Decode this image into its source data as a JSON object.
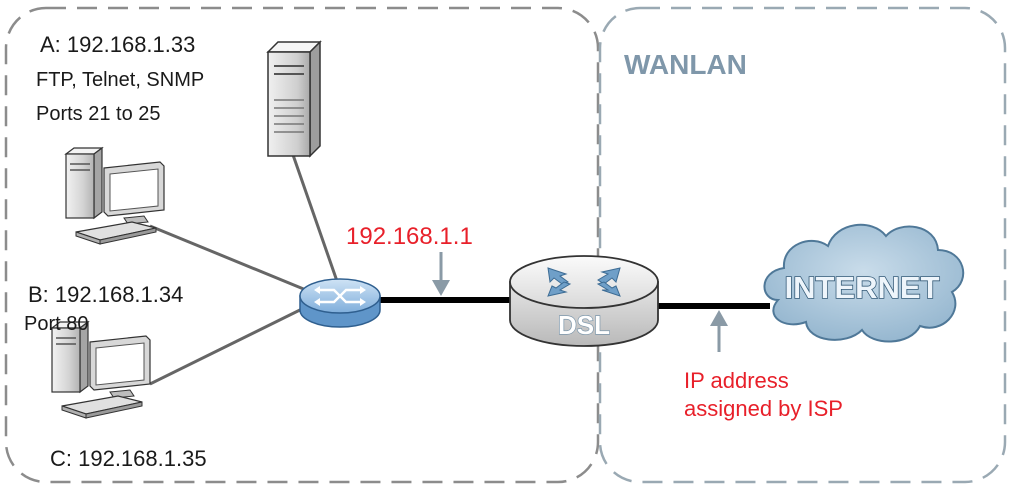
{
  "zones": {
    "lan": {
      "label": ""
    },
    "wan": {
      "label": "WANLAN"
    }
  },
  "hosts": {
    "a": {
      "ip_label": "A: 192.168.1.33",
      "services": "FTP, Telnet, SNMP",
      "ports": "Ports 21 to 25"
    },
    "b": {
      "ip_label": "B: 192.168.1.34",
      "ports": "Port 80"
    },
    "c": {
      "ip_label": "C: 192.168.1.35"
    }
  },
  "gateway": {
    "lan_ip": "192.168.1.1",
    "device_label": "DSL"
  },
  "internet": {
    "label": "INTERNET",
    "wan_ip_line1": "IP address",
    "wan_ip_line2": "assigned by ISP"
  },
  "colors": {
    "zone_border": "#8c8c8c",
    "zone_border_wan": "#9aa9b3",
    "wan_title": "#7f97aa",
    "accent_red": "#e8202a",
    "cloud_fill": "#a9c6d9",
    "switch_fill": "#8ab7df",
    "link": "#000000",
    "arrow": "#8a9aa6"
  }
}
